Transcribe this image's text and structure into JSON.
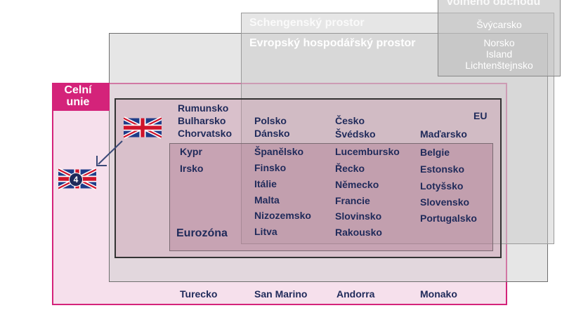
{
  "efta": {
    "title": "volného obchodu",
    "switzerland": "Švýcarsko",
    "norway": "Norsko",
    "iceland": "Island",
    "liechtenstein": "Lichtenštejnsko"
  },
  "schengen": {
    "title": "Schengenský prostor"
  },
  "eea": {
    "title": "Evropský hospodářský prostor"
  },
  "customs_union": {
    "title_line1": "Celní",
    "title_line2": "unie",
    "members": [
      "Turecko",
      "San Marino",
      "Andorra",
      "Monako"
    ]
  },
  "eu": {
    "title": "EU",
    "non_euro_col1": [
      "Rumunsko",
      "Bulharsko",
      "Chorvatsko"
    ],
    "non_euro_col2": [
      "Polsko",
      "Dánsko"
    ],
    "non_euro_col3": [
      "Česko",
      "Švédsko"
    ],
    "non_euro_col4": [
      "Maďarsko"
    ]
  },
  "eurozone": {
    "title": "Eurozóna",
    "col1": [
      "Kypr",
      "Irsko"
    ],
    "col2": [
      "Španělsko",
      "Finsko",
      "Itálie",
      "Malta",
      "Nizozemsko",
      "Litva"
    ],
    "col3": [
      "Lucembursko",
      "Řecko",
      "Německo",
      "Francie",
      "Slovinsko",
      "Rakousko"
    ],
    "col4": [
      "Belgie",
      "Estonsko",
      "Lotyšsko",
      "Slovensko",
      "Portugalsko"
    ]
  },
  "uk_badge": {
    "number": "4"
  },
  "colors": {
    "magenta": "#d4237a",
    "customs_fill": "#f6e0ec",
    "eea_fill": "#e6e6e6",
    "schengen_fill": "#dadada",
    "efta_fill": "#cfcfcf",
    "eu_fill": "#d8b9c7",
    "eurozone_fill": "#b98fa3",
    "text": "#1f2a5a",
    "union_jack_blue": "#1f3c88",
    "union_jack_red": "#cf142b"
  }
}
